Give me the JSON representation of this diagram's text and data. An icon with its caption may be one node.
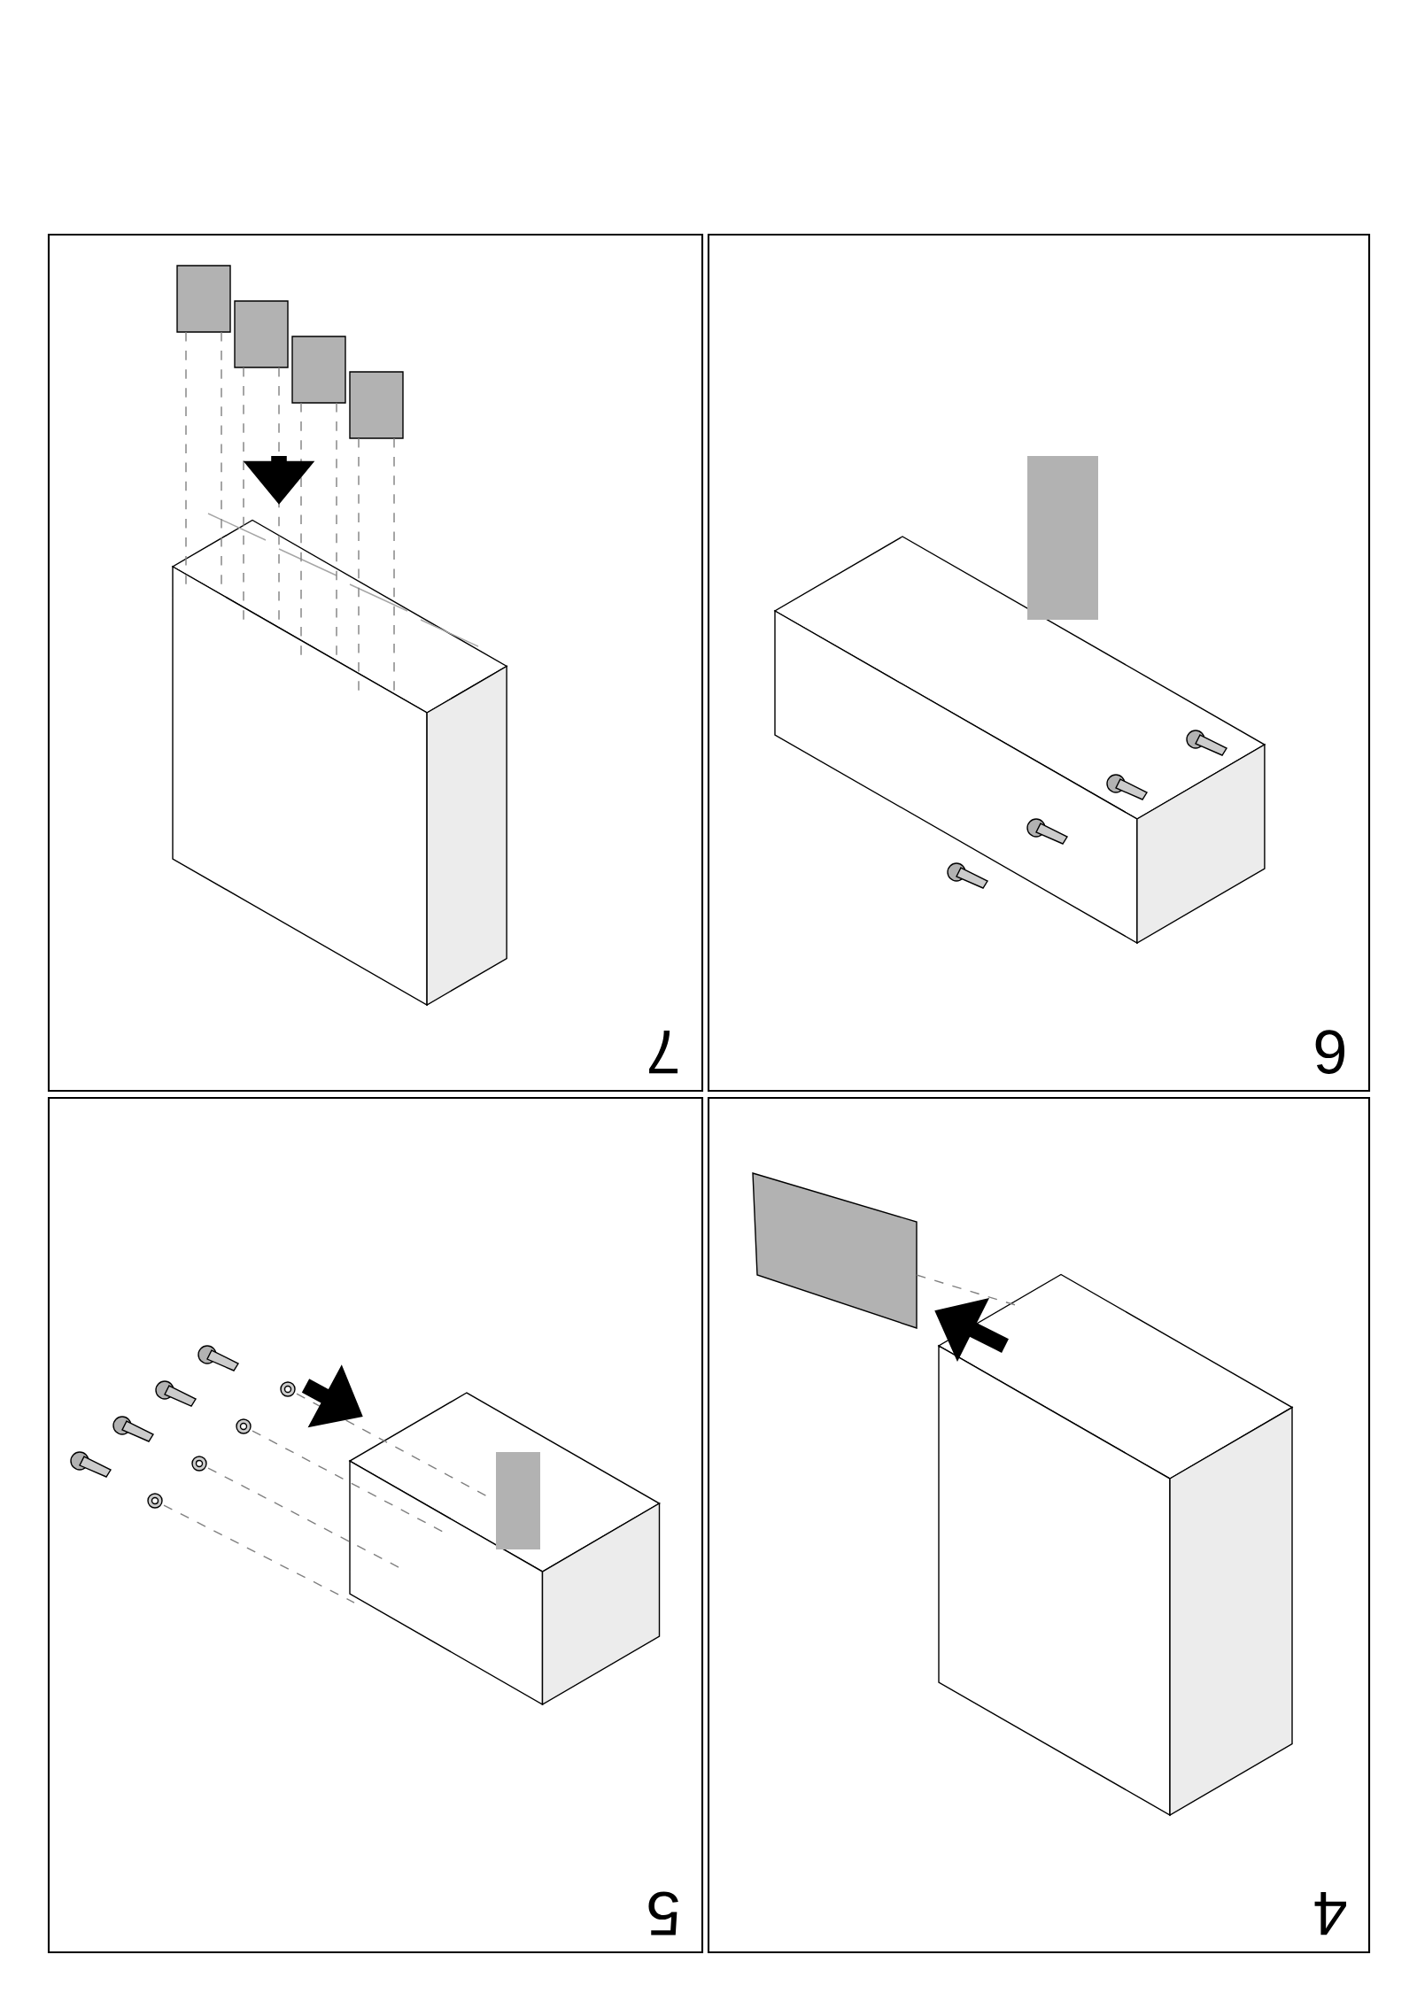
{
  "diagram": {
    "nodes": [
      {
        "text": [
          "7"
        ]
      },
      {
        "text": [
          "6"
        ]
      },
      {
        "text": [
          "5"
        ]
      },
      {
        "text": [
          "4"
        ]
      }
    ]
  }
}
